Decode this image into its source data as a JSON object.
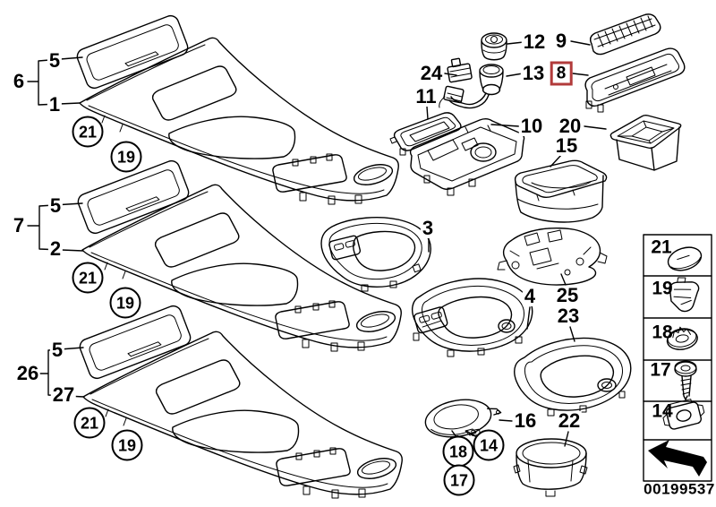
{
  "figure": {
    "type": "parts-diagram",
    "document_number": "00199537",
    "highlight_color": "#b23b3b",
    "selected_callout": "8"
  },
  "assemblies": [
    {
      "group": "6",
      "lid": "5",
      "panel": "1",
      "cap": "21",
      "clip": "19"
    },
    {
      "group": "7",
      "lid": "5",
      "panel": "2",
      "cap": "21",
      "clip": "19"
    },
    {
      "group": "26",
      "lid": "5",
      "panel": "27",
      "cap": "21",
      "clip": "19"
    }
  ],
  "callouts": {
    "p3": "3",
    "p4": "4",
    "p8": "8",
    "p9": "9",
    "p10": "10",
    "p11": "11",
    "p12": "12",
    "p13": "13",
    "p15": "15",
    "p16": "16",
    "p20": "20",
    "p22": "22",
    "p23": "23",
    "p24": "24",
    "p25": "25",
    "c14": "14",
    "c17": "17",
    "c18": "18"
  },
  "legend": {
    "items": [
      {
        "label": "21",
        "icon": "cap-icon"
      },
      {
        "label": "19",
        "icon": "clip-icon"
      },
      {
        "label": "18",
        "icon": "push-nut-icon"
      },
      {
        "label": "17",
        "icon": "screw-icon"
      },
      {
        "label": "14",
        "icon": "cage-nut-icon"
      }
    ],
    "arrow_icon": "direction-arrow-icon"
  }
}
